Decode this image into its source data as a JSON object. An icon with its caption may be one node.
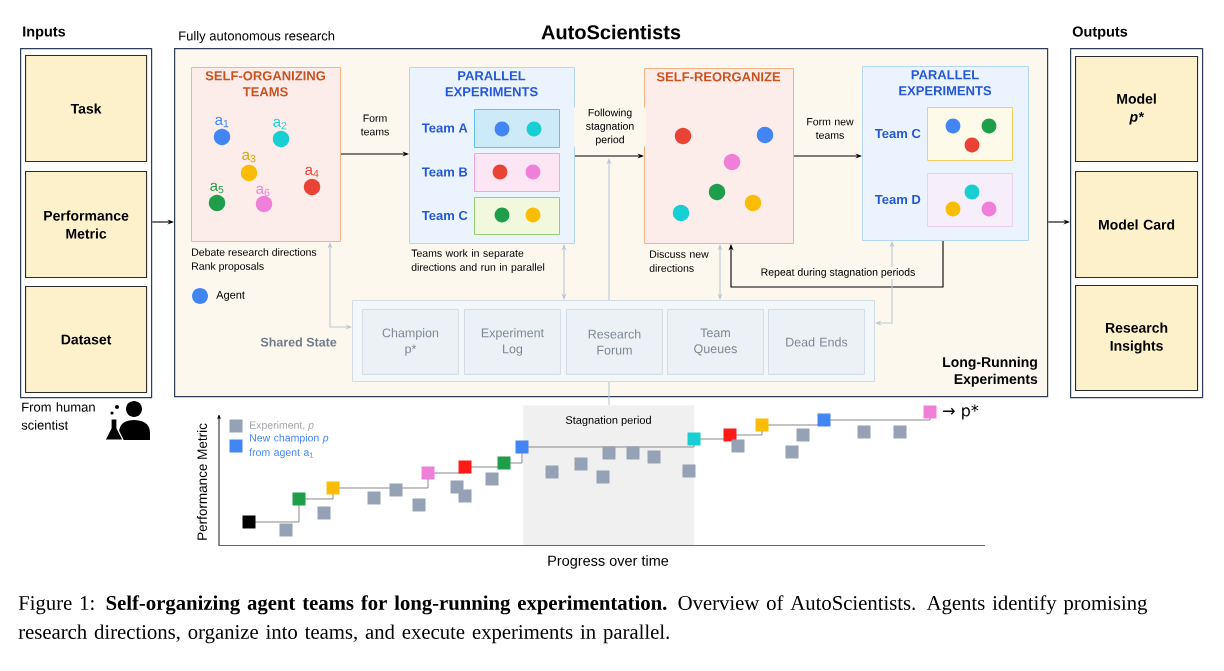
{
  "diagram": {
    "title": "AutoScientists",
    "caption": "Figure 1: **Self-organizing agent teams for long-running experimentation.** Overview of AutoScientists. Agents identify promising research directions, organize into teams, and execute experiments in parallel.",
    "nodes": [
      {
        "text": [
          "Inputs"
        ]
      },
      {
        "text": [
          "Task"
        ],
        "in": 0
      },
      {
        "text": [
          "Performance Metric"
        ],
        "in": 0
      },
      {
        "text": [
          "Dataset"
        ],
        "in": 0
      },
      {
        "text": [
          "Fully autonomous research",
          "Long-Running Experiments"
        ]
      },
      {
        "text": [
          "SELF-ORGANIZING TEAMS"
        ],
        "beside": [
          "Debate research directions",
          "Rank proposals"
        ],
        "in": 4
      },
      {
        "text": [
          "PARALLEL EXPERIMENTS"
        ],
        "beside": [
          "Teams work in separate directions and run in parallel"
        ],
        "in": 4
      },
      {
        "text": [
          "Team A"
        ],
        "in": 6
      },
      {
        "text": [
          "Team B"
        ],
        "in": 6
      },
      {
        "text": [
          "Team C"
        ],
        "in": 6
      },
      {
        "text": [
          "SELF-REORGANIZE"
        ],
        "beside": [
          "Discuss new directions"
        ],
        "in": 4
      },
      {
        "text": [
          "PARALLEL EXPERIMENTS"
        ],
        "in": 4
      },
      {
        "text": [
          "Team C"
        ],
        "in": 11
      },
      {
        "text": [
          "Team D"
        ],
        "in": 11
      },
      {
        "text": [
          "Shared State"
        ],
        "in": 4
      },
      {
        "text": [
          "Champion p*"
        ],
        "in": 14
      },
      {
        "text": [
          "Experiment Log"
        ],
        "in": 14
      },
      {
        "text": [
          "Research Forum"
        ],
        "in": 14
      },
      {
        "text": [
          "Team Queues"
        ],
        "in": 14
      },
      {
        "text": [
          "Dead Ends"
        ],
        "in": 14
      },
      {
        "text": [
          "Outputs"
        ]
      },
      {
        "text": [
          "Model",
          "p*"
        ],
        "in": 20
      },
      {
        "text": [
          "Model Card"
        ],
        "in": 20
      },
      {
        "text": [
          "Research Insights"
        ],
        "in": 20
      },
      {
        "text": [
          "Stagnation period"
        ]
      }
    ],
    "edges": [
      {
        "from": 0,
        "to": 4,
        "arrow": "to"
      },
      {
        "from": 4,
        "to": 20,
        "arrow": "to"
      },
      {
        "from": 5,
        "to": 6,
        "arrow": "to",
        "label": "Form teams"
      },
      {
        "from": 6,
        "to": 10,
        "arrow": "to",
        "label": "Following stagnation period"
      },
      {
        "from": 10,
        "to": 11,
        "arrow": "to",
        "label": "Form new teams"
      },
      {
        "from": 11,
        "to": 10,
        "arrow": "to",
        "label": "Repeat during stagnation periods"
      },
      {
        "from": 5,
        "to": 14,
        "arrow": "both",
        "color": "#b9c8d8"
      },
      {
        "from": 6,
        "to": 14,
        "arrow": "both",
        "color": "#b9c8d8"
      },
      {
        "from": 10,
        "to": 14,
        "arrow": "both",
        "color": "#b9c8d8"
      },
      {
        "from": 11,
        "to": 14,
        "arrow": "both",
        "color": "#b9c8d8"
      },
      {
        "from": 14,
        "to": null,
        "arrow": "to",
        "color": "#b9c8d8"
      },
      {
        "from": 24,
        "to": 14,
        "arrow": "none",
        "color": "#b9c8d8"
      }
    ],
    "labels": [
      "a$_{1}$",
      "a$_{2}$",
      "a$_{3}$",
      "a$_{4}$",
      "a$_{5}$",
      "a$_{6}$",
      "From human scientist",
      "Performance Metric",
      "Progress over time",
      "→ p*"
    ],
    "legend": [
      {
        "text": "Agent",
        "color": "#4285f4"
      },
      {
        "text": "Experiment, *p*",
        "color": "#95a1b5"
      },
      {
        "text": "New champion *p* from agent a$_{1}$",
        "color": "#4285f4"
      }
    ]
  }
}
